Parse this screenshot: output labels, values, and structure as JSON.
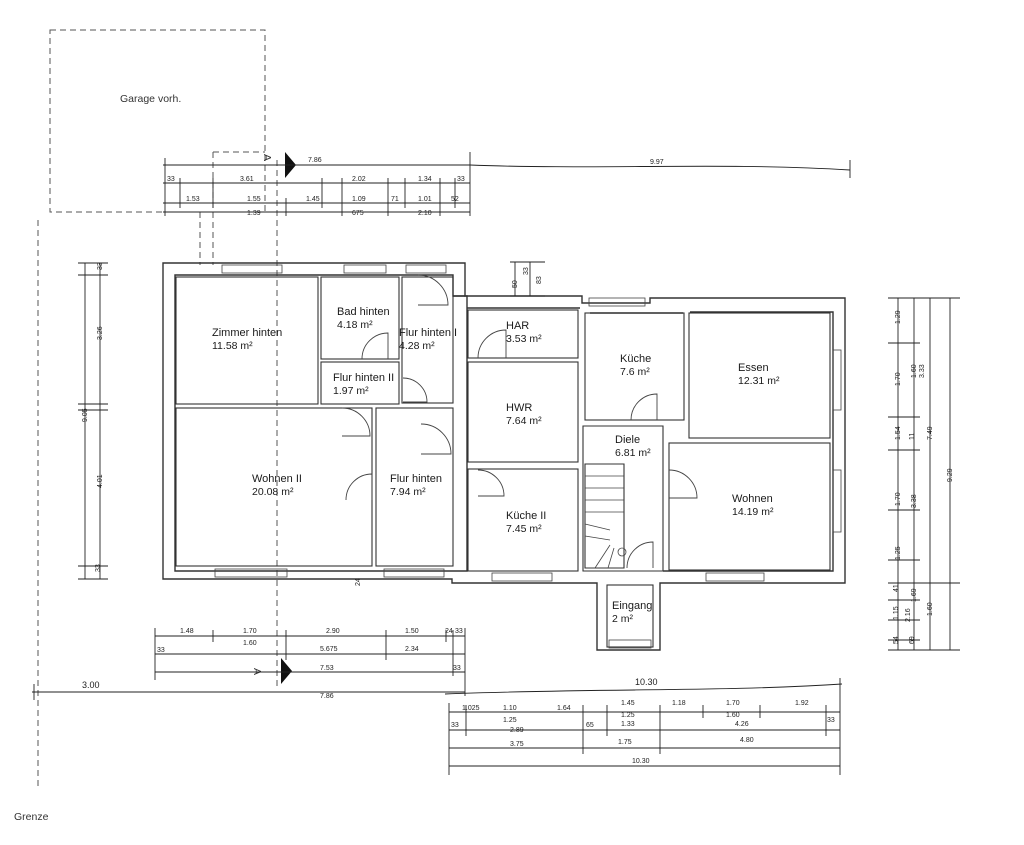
{
  "garage_label": "Garage vorh.",
  "boundary_label": "Grenze",
  "section_label": "A",
  "rooms": [
    {
      "name": "Zimmer hinten",
      "area": "11.58 m²"
    },
    {
      "name": "Bad hinten",
      "area": "4.18 m²"
    },
    {
      "name": "Flur hinten I",
      "area": "4.28 m²"
    },
    {
      "name": "Flur hinten II",
      "area": "1.97 m²"
    },
    {
      "name": "Wohnen II",
      "area": "20.08 m²"
    },
    {
      "name": "Flur hinten",
      "area": "7.94 m²"
    },
    {
      "name": "HAR",
      "area": "3.53 m²"
    },
    {
      "name": "HWR",
      "area": "7.64 m²"
    },
    {
      "name": "Küche II",
      "area": "7.45 m²"
    },
    {
      "name": "Küche",
      "area": "7.6 m²"
    },
    {
      "name": "Essen",
      "area": "12.31 m²"
    },
    {
      "name": "Diele",
      "area": "6.81 m²"
    },
    {
      "name": "Wohnen",
      "area": "14.19 m²"
    },
    {
      "name": "Eingang",
      "area": "2 m²"
    }
  ],
  "dimensions": {
    "top_row1": [
      "7.86",
      "9.97"
    ],
    "top_row2": [
      "33",
      "3.61",
      "2.02",
      "1.34",
      "33"
    ],
    "top_row3": [
      "1.53",
      "1.55",
      "1.45",
      "1.09",
      "71",
      "1.01",
      "52",
      "1.39",
      "675",
      "2.10"
    ],
    "left": [
      "33",
      "3.26",
      "9.05",
      "4.01",
      "33"
    ],
    "bottom_left_row1": [
      "1.48",
      "1.70",
      "2.90",
      "1.50",
      "24",
      "33"
    ],
    "bottom_left_row2": [
      "1.60",
      "5.675",
      "2.34"
    ],
    "bottom_left_row3": [
      "33",
      "7.53",
      "33"
    ],
    "bottom_left_row4": [
      "3.00",
      "7.86"
    ],
    "bottom_right_total": "10.30",
    "bottom_right_row1": [
      "1.025",
      "1.10",
      "1.64",
      "1.45",
      "1.18",
      "1.70",
      "1.92"
    ],
    "bottom_right_row2": [
      "1.25",
      "1.25",
      "1.60"
    ],
    "bottom_right_row3": [
      "33",
      "2.89",
      "65",
      "1.33",
      "4.26",
      "33"
    ],
    "bottom_right_row4": [
      "3.75",
      "1.75",
      "4.80"
    ],
    "bottom_right_row5": "10.30",
    "right_inner": [
      "1.29",
      "1.70",
      "1.54",
      "1.70",
      "1.25",
      "41",
      "1.15",
      "54"
    ],
    "right_mid": [
      "1.60",
      "3.33",
      "11",
      "3.38",
      "1.69",
      "2.16",
      "69"
    ],
    "right_outer": [
      "7.49",
      "1.60"
    ],
    "right_total": "9.29",
    "small_top": [
      "50",
      "33",
      "83"
    ],
    "small_misc": [
      "24"
    ]
  }
}
